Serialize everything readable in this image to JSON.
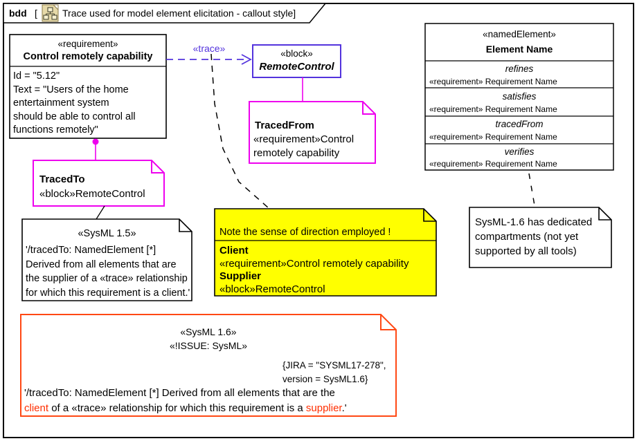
{
  "colors": {
    "trace": "#5333dd",
    "magenta": "#ee00ee",
    "yellow": "#ffff00",
    "orange": "#ff4813",
    "red_text": "#ff2e00",
    "black": "#000000",
    "icon_tan": "#e6d9a8",
    "icon_border": "#8a7a4a"
  },
  "frame": {
    "keyword": "bdd",
    "open_bracket": "[",
    "title": "Trace used for model element elicitation - callout style]"
  },
  "requirement_box": {
    "stereotype": "«requirement»",
    "name": "Control remotely capability",
    "body": "Id = \"5.12\"\nText = \"Users of the home\nentertainment system\nshould be able to control all\nfunctions remotely\""
  },
  "trace_label": "«trace»",
  "block_box": {
    "stereotype": "«block»",
    "name": "RemoteControl"
  },
  "traced_from_note": {
    "title": "TracedFrom",
    "body": "«requirement»Control remotely capability"
  },
  "traced_to_note": {
    "title": "TracedTo",
    "body": "«block»RemoteControl"
  },
  "sysml15_note": {
    "header": "«SysML 1.5»",
    "body": "'/tracedTo: NamedElement [*]\nDerived from all elements that are\nthe supplier of a «trace» relationship\nfor which this requirement is a client.'"
  },
  "direction_note": {
    "line1": "Note the sense of direction employed !",
    "client_label": "Client",
    "client_value": "«requirement»Control remotely capability",
    "supplier_label": "Supplier",
    "supplier_value": "«block»RemoteControl"
  },
  "element_box": {
    "stereotype": "«namedElement»",
    "name": "Element Name",
    "compartments": [
      {
        "label": "refines",
        "value": "«requirement» Requirement Name"
      },
      {
        "label": "satisfies",
        "value": "«requirement» Requirement Name"
      },
      {
        "label": "tracedFrom",
        "value": "«requirement» Requirement Name"
      },
      {
        "label": "verifies",
        "value": "«requirement» Requirement Name"
      }
    ]
  },
  "sysml16_note": {
    "body": "SysML-1.6 has dedicated\ncompartments (not yet\nsupported by all tools)"
  },
  "issue_note": {
    "header1": "«SysML 1.6»",
    "header2": "«!ISSUE: SysML»",
    "tag": "{JIRA = \"SYSML17-278\",\nversion = SysML1.6}",
    "body_line1": "'/tracedTo: NamedElement [*] Derived from all elements that are the",
    "client_word": "client",
    "body_mid": " of a «trace» relationship for which this requirement is a ",
    "supplier_word": "supplier",
    "body_end": ".'"
  }
}
